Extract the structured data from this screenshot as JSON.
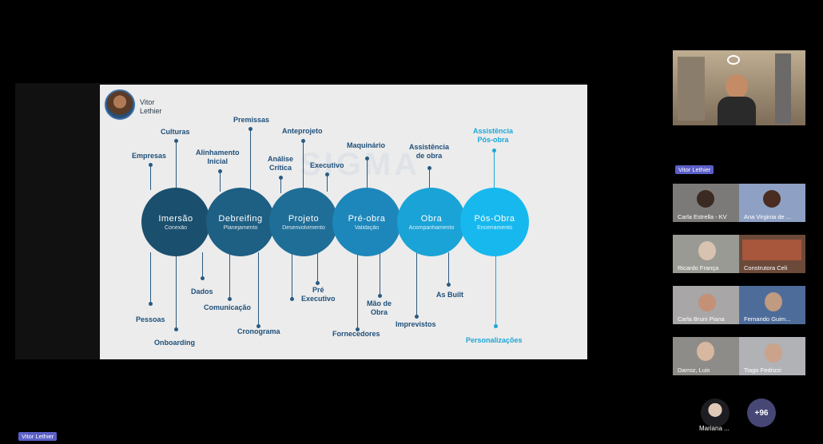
{
  "presenter": {
    "name": "Vitor Lethier",
    "slide_name_line1": "Vitor",
    "slide_name_line2": "Lethier"
  },
  "slide": {
    "watermark": "SIGMA",
    "stages": [
      {
        "title": "Imersão",
        "subtitle": "Conexão",
        "color": "#1b4f6e"
      },
      {
        "title": "Debreifing",
        "subtitle": "Planejamento",
        "color": "#1e5f84"
      },
      {
        "title": "Projeto",
        "subtitle": "Desenvolvimento",
        "color": "#1f6e98"
      },
      {
        "title": "Pré-obra",
        "subtitle": "Validação",
        "color": "#1d87bb"
      },
      {
        "title": "Obra",
        "subtitle": "Acompanhamento",
        "color": "#1aa3d6"
      },
      {
        "title": "Pós-Obra",
        "subtitle": "Encerramento",
        "color": "#17b8ee"
      }
    ],
    "labels": {
      "empresas": "Empresas",
      "culturas": "Culturas",
      "pessoas": "Pessoas",
      "onboarding": "Onboarding",
      "alinhamento": "Alinhamento\nInicial",
      "premissas": "Premissas",
      "dados": "Dados",
      "comunicacao": "Comunicação",
      "cronograma": "Cronograma",
      "analise": "Análise\nCrítica",
      "anteprojeto": "Anteprojeto",
      "executivo": "Executivo",
      "pre_executivo": "Pré\nExecutivo",
      "maquinario": "Maquinário",
      "fornecedores": "Fornecedores",
      "mao_de_obra": "Mão de\nObra",
      "assistencia_obra": "Assistência\nde obra",
      "imprevistos": "Imprevistos",
      "as_built": "As Built",
      "assistencia_pos": "Assistência\nPós-obra",
      "personalizacoes": "Personalizações"
    }
  },
  "participants": [
    [
      "Carla Estrella - KV",
      "Ana Virginia de ..."
    ],
    [
      "Ricardo França",
      "Construtora Celi"
    ],
    [
      "Carla Bruni Piana",
      "Fernando Guim..."
    ],
    [
      "Darroz, Luis",
      "Tiago Fedrizzi"
    ]
  ],
  "bottom": {
    "mariana": "Mariana ...",
    "more_count": "+96"
  },
  "colors": {
    "badge": "#5b5fc7"
  }
}
